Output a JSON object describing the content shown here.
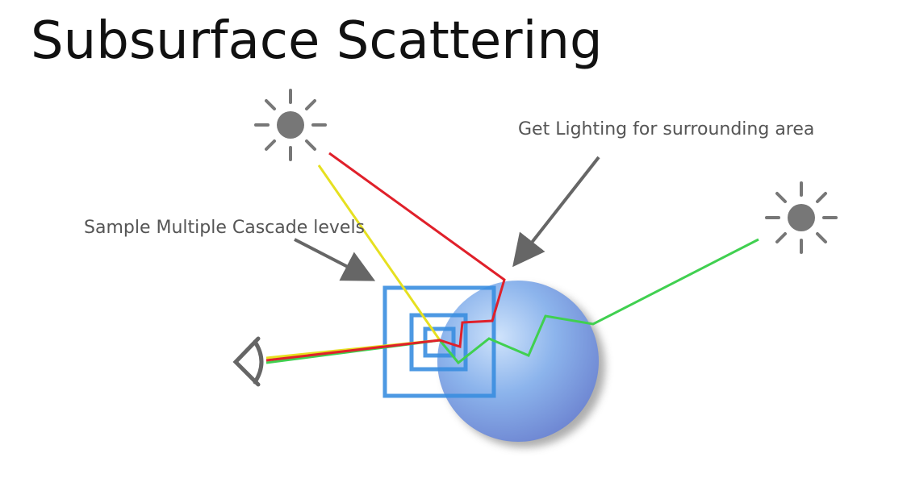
{
  "slide": {
    "title": "Subsurface Scattering",
    "label_lighting": "Get Lighting for surrounding area",
    "label_cascade": "Sample Multiple Cascade levels"
  },
  "colors": {
    "ray_red": "#e0202a",
    "ray_yellow": "#e6e020",
    "ray_green": "#40d050",
    "cascade_box": "#3a8ee0",
    "sphere": "#7aa6e6",
    "icon_gray": "#707070"
  }
}
